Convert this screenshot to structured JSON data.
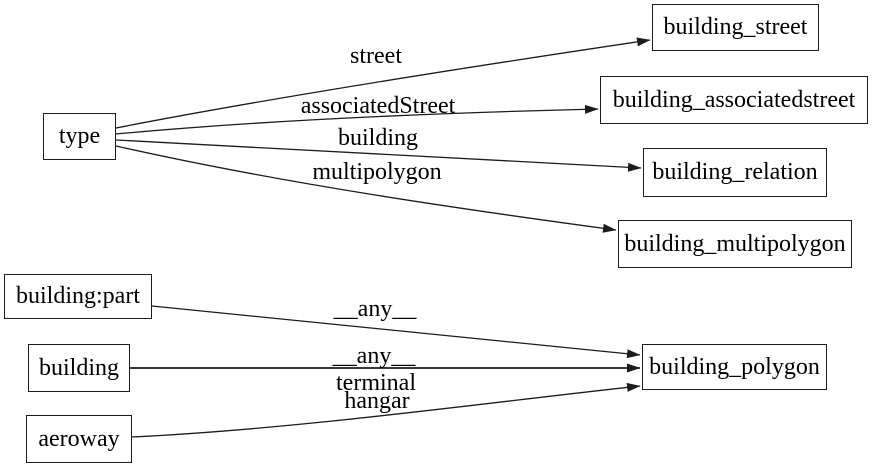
{
  "graph": {
    "title": "building tag to table mapping graph",
    "colors": {
      "background": "#ffffff",
      "node_border": "#1c1c1c",
      "edge": "#1c1c1c",
      "text": "#000000"
    },
    "nodes": [
      {
        "id": "type",
        "label": "type"
      },
      {
        "id": "building_street",
        "label": "building_street"
      },
      {
        "id": "building_associatedstreet",
        "label": "building_associatedstreet"
      },
      {
        "id": "building_relation",
        "label": "building_relation"
      },
      {
        "id": "building_multipolygon",
        "label": "building_multipolygon"
      },
      {
        "id": "building_part",
        "label": "building:part"
      },
      {
        "id": "building",
        "label": "building"
      },
      {
        "id": "aeroway",
        "label": "aeroway"
      },
      {
        "id": "building_polygon",
        "label": "building_polygon"
      }
    ],
    "edges": [
      {
        "from": "type",
        "to": "building_street",
        "labels": [
          "street"
        ]
      },
      {
        "from": "type",
        "to": "building_associatedstreet",
        "labels": [
          "associatedStreet"
        ]
      },
      {
        "from": "type",
        "to": "building_relation",
        "labels": [
          "building"
        ]
      },
      {
        "from": "type",
        "to": "building_multipolygon",
        "labels": [
          "multipolygon"
        ]
      },
      {
        "from": "building:part",
        "to": "building_polygon",
        "labels": [
          "__any__"
        ]
      },
      {
        "from": "building",
        "to": "building_polygon",
        "labels": [
          "__any__"
        ]
      },
      {
        "from": "aeroway",
        "to": "building_polygon",
        "labels": [
          "terminal",
          "hangar"
        ]
      }
    ]
  }
}
